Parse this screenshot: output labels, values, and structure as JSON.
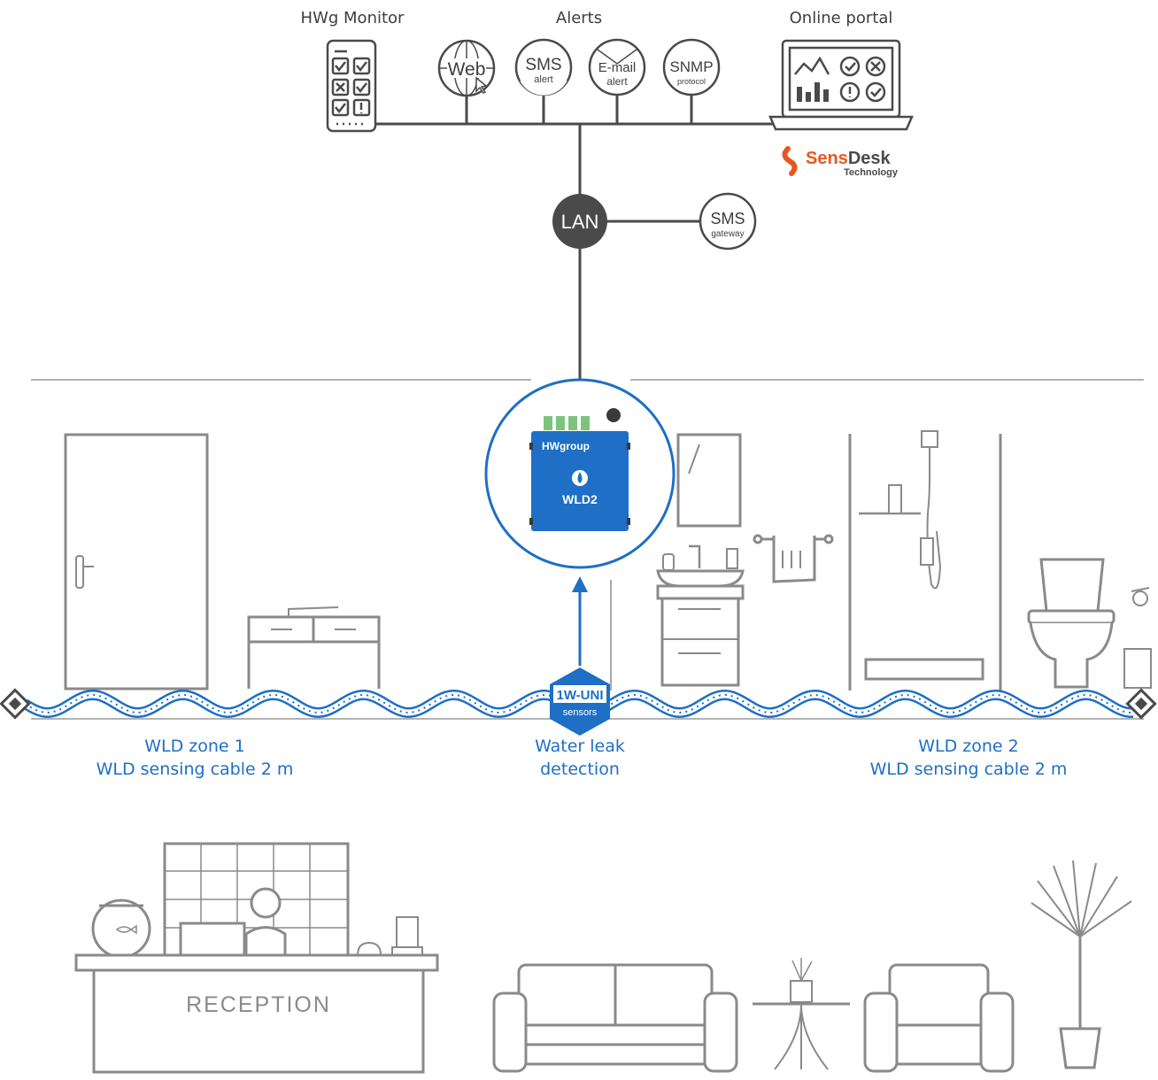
{
  "top": {
    "hwg_monitor": "HWg Monitor",
    "alerts": "Alerts",
    "online_portal": "Online portal"
  },
  "alert_icons": {
    "web": "Web",
    "sms": "SMS",
    "sms_sub": "alert",
    "email": "E-mail",
    "email_sub": "alert",
    "snmp": "SNMP",
    "snmp_sub": "protocol"
  },
  "sensdesk": {
    "name": "SensDesk",
    "sub": "Technology"
  },
  "network": {
    "lan": "LAN",
    "sms_gateway": "SMS",
    "sms_gateway_sub": "gateway"
  },
  "device": {
    "brand": "HWgroup",
    "model": "WLD2"
  },
  "badge": {
    "title": "1W-UNI",
    "sub": "sensors"
  },
  "zones": {
    "zone1_line1": "WLD zone 1",
    "zone1_line2": "WLD sensing cable 2 m",
    "center_line1": "Water leak",
    "center_line2": "detection",
    "zone2_line1": "WLD zone 2",
    "zone2_line2": "WLD sensing cable 2 m"
  },
  "reception": {
    "desk_label": "RECEPTION"
  },
  "colors": {
    "blue": "#1e6fc5",
    "gray": "#8a8a8a",
    "dark": "#4a4a4a",
    "orange": "#e8571e"
  }
}
